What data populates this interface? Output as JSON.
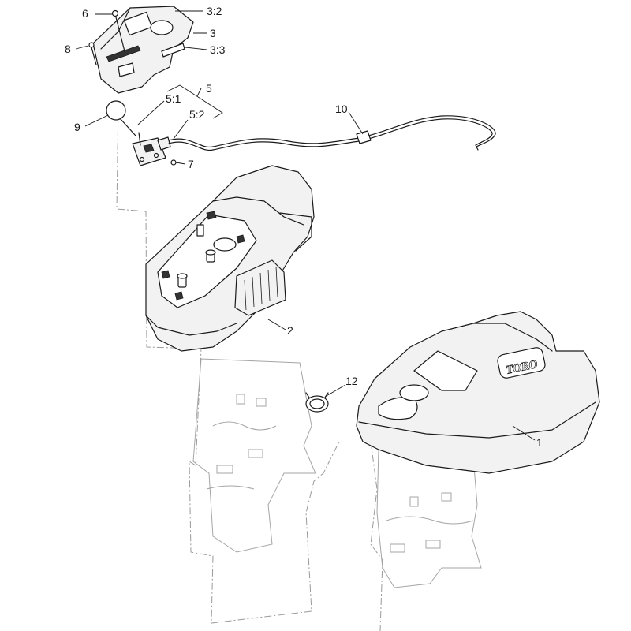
{
  "callouts": {
    "c1": "1",
    "c2": "2",
    "c3": "3",
    "c3_2": "3:2",
    "c3_3": "3:3",
    "c5": "5",
    "c5_1": "5:1",
    "c5_2": "5:2",
    "c6": "6",
    "c7": "7",
    "c8": "8",
    "c9": "9",
    "c10": "10",
    "c12": "12"
  },
  "logo": {
    "brand": "TORO"
  },
  "colors": {
    "line": "#1a1a1a",
    "ghost": "#9a9a9a",
    "fill": "#f2f2f2"
  }
}
